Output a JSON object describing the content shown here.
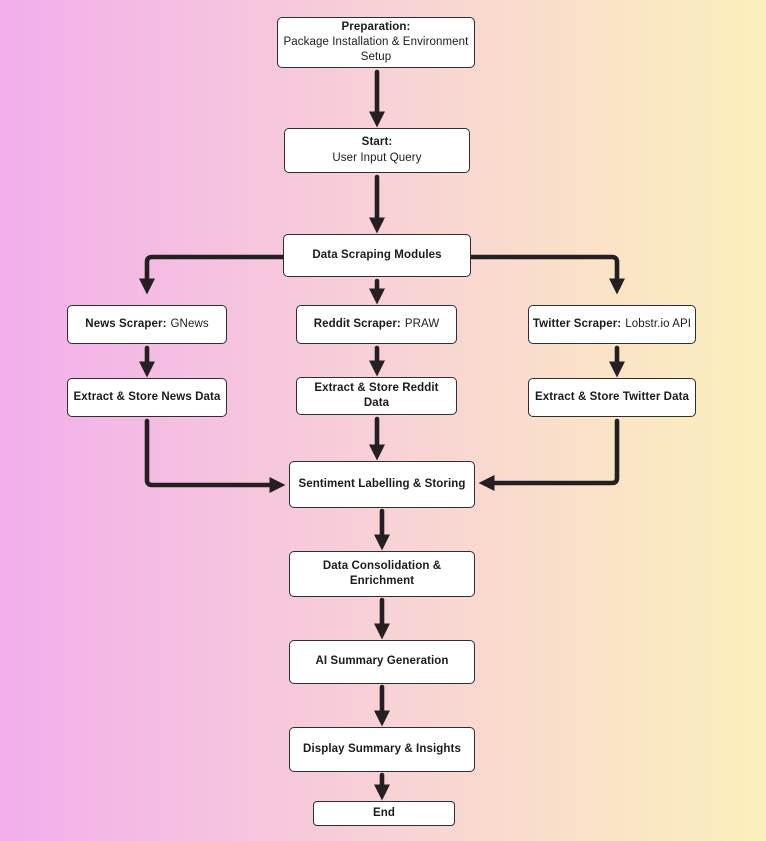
{
  "theme": {
    "bg_left": "#f2aeec",
    "bg_mid": "#f8d1d6",
    "bg_right": "#fbf0bb",
    "node_bg": "#ffffff",
    "node_border": "#2f2f2f",
    "arrow_color": "#241f21",
    "text_color": "#1b1b1b"
  },
  "flowchart": {
    "nodes": [
      {
        "id": "preparation",
        "bold": "Preparation:",
        "text": "Package Installation & Environment Setup"
      },
      {
        "id": "start",
        "bold": "Start:",
        "text": "User Input Query"
      },
      {
        "id": "data_scraping",
        "bold": "Data Scraping Modules"
      },
      {
        "id": "news_scraper",
        "bold": "News Scraper:",
        "text": "GNews"
      },
      {
        "id": "reddit_scraper",
        "bold": "Reddit Scraper:",
        "text": "PRAW"
      },
      {
        "id": "twitter_scraper",
        "bold": "Twitter Scraper:",
        "text": "Lobstr.io API"
      },
      {
        "id": "extract_news",
        "bold": "Extract & Store News Data"
      },
      {
        "id": "extract_reddit",
        "bold": "Extract & Store Reddit Data"
      },
      {
        "id": "extract_twitter",
        "bold": "Extract & Store Twitter Data"
      },
      {
        "id": "sentiment",
        "bold": "Sentiment Labelling & Storing"
      },
      {
        "id": "consolidation",
        "bold": "Data Consolidation & Enrichment"
      },
      {
        "id": "ai_summary",
        "bold": "AI Summary Generation"
      },
      {
        "id": "display",
        "bold": "Display Summary & Insights"
      },
      {
        "id": "end",
        "bold": "End"
      }
    ],
    "edges": [
      {
        "from": "preparation",
        "to": "start"
      },
      {
        "from": "start",
        "to": "data_scraping"
      },
      {
        "from": "data_scraping",
        "to": "reddit_scraper"
      },
      {
        "from": "data_scraping",
        "to": "news_scraper"
      },
      {
        "from": "data_scraping",
        "to": "twitter_scraper"
      },
      {
        "from": "news_scraper",
        "to": "extract_news"
      },
      {
        "from": "reddit_scraper",
        "to": "extract_reddit"
      },
      {
        "from": "twitter_scraper",
        "to": "extract_twitter"
      },
      {
        "from": "extract_news",
        "to": "sentiment"
      },
      {
        "from": "extract_reddit",
        "to": "sentiment"
      },
      {
        "from": "extract_twitter",
        "to": "sentiment"
      },
      {
        "from": "sentiment",
        "to": "consolidation"
      },
      {
        "from": "consolidation",
        "to": "ai_summary"
      },
      {
        "from": "ai_summary",
        "to": "display"
      },
      {
        "from": "display",
        "to": "end"
      }
    ]
  }
}
